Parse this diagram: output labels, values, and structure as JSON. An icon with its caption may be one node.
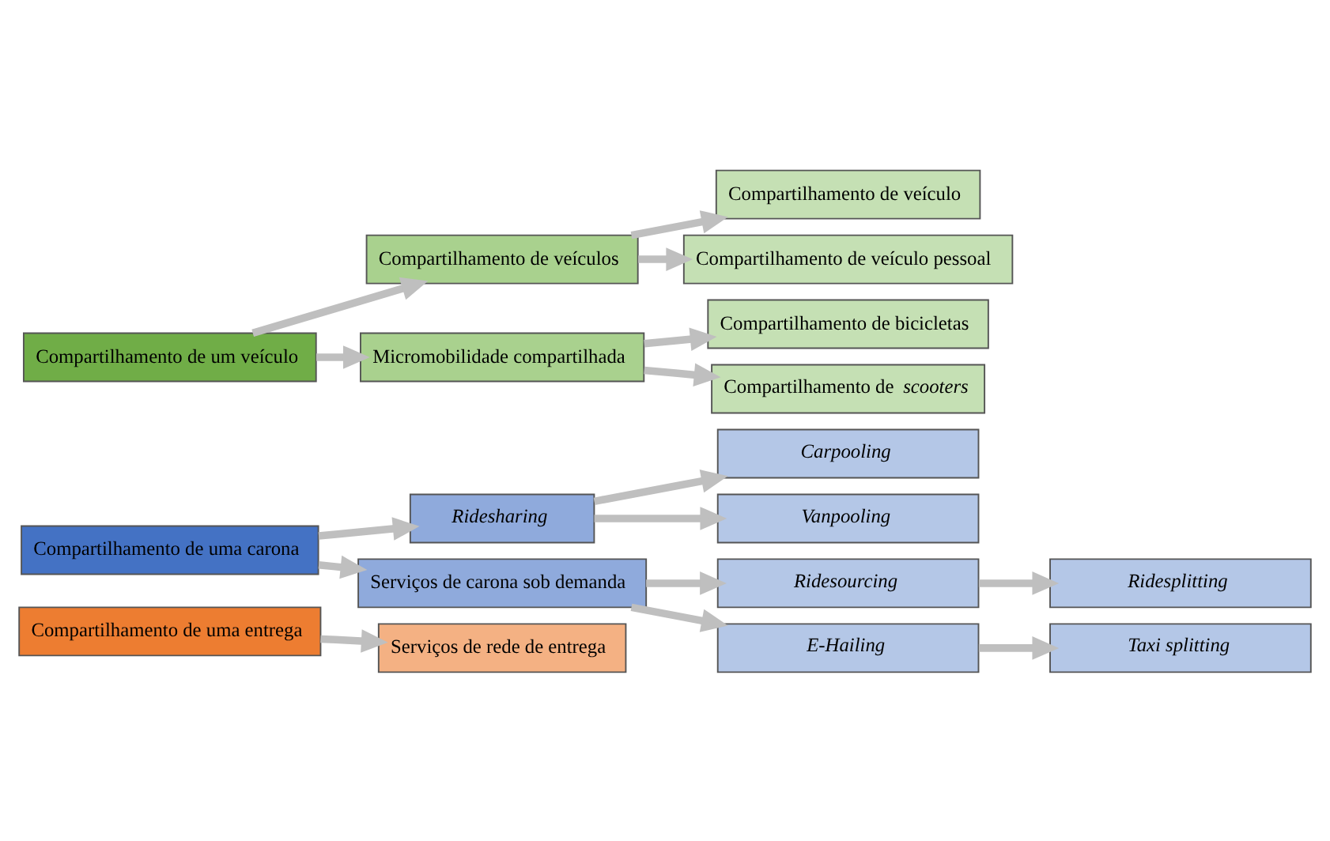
{
  "diagram": {
    "nodes": [
      {
        "text": [
          "Compartilhamento de um veículo"
        ]
      },
      {
        "text": [
          "Compartilhamento de veículos"
        ]
      },
      {
        "text": [
          "Micromobilidade compartilhada"
        ]
      },
      {
        "text": [
          "Compartilhamento de veículo"
        ]
      },
      {
        "text": [
          "Compartilhamento de veículo pessoal"
        ]
      },
      {
        "text": [
          "Compartilhamento de bicicletas"
        ]
      },
      {
        "text": [
          "Compartilhamento de *scooters*"
        ]
      },
      {
        "text": [
          "Compartilhamento de uma carona"
        ]
      },
      {
        "text": [
          "Ridesharing"
        ]
      },
      {
        "text": [
          "Serviços de carona sob demanda"
        ]
      },
      {
        "text": [
          "Carpooling"
        ]
      },
      {
        "text": [
          "Vanpooling"
        ]
      },
      {
        "text": [
          "Ridesourcing"
        ]
      },
      {
        "text": [
          "Ridesplitting"
        ]
      },
      {
        "text": [
          "E-Hailing"
        ]
      },
      {
        "text": [
          "Taxi splitting"
        ]
      },
      {
        "text": [
          "Compartilhamento de uma entrega"
        ]
      },
      {
        "text": [
          "Serviços de rede de entrega"
        ]
      }
    ],
    "edges": [
      {
        "from": 0,
        "to": 1,
        "arrow": "to"
      },
      {
        "from": 0,
        "to": 2,
        "arrow": "to"
      },
      {
        "from": 1,
        "to": 3,
        "arrow": "to"
      },
      {
        "from": 1,
        "to": 4,
        "arrow": "to"
      },
      {
        "from": 2,
        "to": 5,
        "arrow": "to"
      },
      {
        "from": 2,
        "to": 6,
        "arrow": "to"
      },
      {
        "from": 7,
        "to": 8,
        "arrow": "to"
      },
      {
        "from": 7,
        "to": 9,
        "arrow": "to"
      },
      {
        "from": 8,
        "to": 10,
        "arrow": "to"
      },
      {
        "from": 8,
        "to": 11,
        "arrow": "to"
      },
      {
        "from": 9,
        "to": 12,
        "arrow": "to"
      },
      {
        "from": 9,
        "to": 14,
        "arrow": "to"
      },
      {
        "from": 12,
        "to": 13,
        "arrow": "to"
      },
      {
        "from": 14,
        "to": 15,
        "arrow": "to"
      },
      {
        "from": 16,
        "to": 17,
        "arrow": "to"
      }
    ]
  }
}
